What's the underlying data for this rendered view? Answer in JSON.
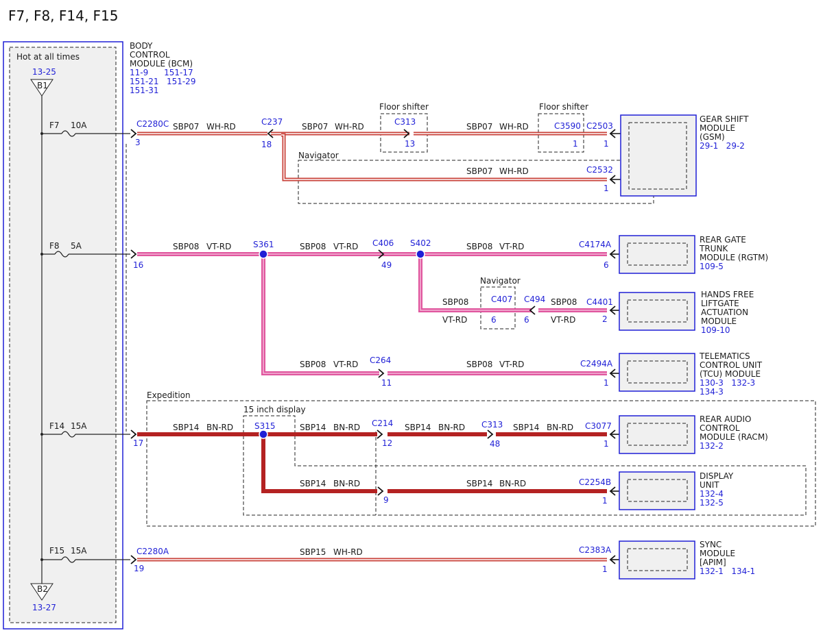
{
  "title": "F7, F8, F14, F15",
  "colors": {
    "blue": "#1f1fd6",
    "module_fill": "#f0f0f0",
    "wh_rd_base": "#ffffff",
    "wh_rd_stripe": "#c84038",
    "vt_rd_base": "#e0569e",
    "vt_rd_stripe": "#f4b8d8",
    "bn_rd": "#b42222"
  },
  "fusebox": {
    "label": "Hot at all times",
    "b1_ref": "13-25",
    "b1_label": "B1",
    "b2_ref": "13-27",
    "b2_label": "B2",
    "fuses": [
      {
        "name": "F7",
        "amps": "10A"
      },
      {
        "name": "F8",
        "amps": "5A"
      },
      {
        "name": "F14",
        "amps": "15A"
      },
      {
        "name": "F15",
        "amps": "15A"
      }
    ]
  },
  "bcm": {
    "lines": [
      "BODY",
      "CONTROL",
      "MODULE (BCM)"
    ],
    "ref_rows": [
      "11-9      151-17",
      "151-21   151-29",
      "151-31"
    ]
  },
  "connectors": {
    "c2280c": "C2280C",
    "c2280c_pin": "3",
    "c237": "C237",
    "c237_pin": "18",
    "c313a": "C313",
    "c313a_pin": "13",
    "c3590": "C3590",
    "c3590_pin": "1",
    "c2503": "C2503",
    "c2503_pin": "1",
    "c2532": "C2532",
    "c2532_pin": "1",
    "bcm16": "16",
    "s361": "S361",
    "c406": "C406",
    "c406_pin": "49",
    "s402": "S402",
    "c4174a": "C4174A",
    "c4174a_pin": "6",
    "c407": "C407",
    "c407_pin": "6",
    "c494": "C494",
    "c494_pin": "6",
    "c4401": "C4401",
    "c4401_pin": "2",
    "c264": "C264",
    "c264_pin": "11",
    "c2494a": "C2494A",
    "c2494a_pin": "1",
    "bcm17": "17",
    "s315": "S315",
    "c214": "C214",
    "c214_pin": "12",
    "c313b": "C313",
    "c313b_pin": "48",
    "c3077": "C3077",
    "c3077_pin": "1",
    "c9_pin": "9",
    "c2254b": "C2254B",
    "c2254b_pin": "1",
    "c2280a": "C2280A",
    "c2280a_pin": "19",
    "c2383a": "C2383A",
    "c2383a_pin": "1"
  },
  "wires": {
    "sbp07": "SBP07",
    "sbp08": "SBP08",
    "sbp14": "SBP14",
    "sbp15": "SBP15",
    "wh_rd": "WH-RD",
    "vt_rd": "VT-RD",
    "bn_rd": "BN-RD"
  },
  "options": {
    "floor_shifter": "Floor shifter",
    "navigator": "Navigator",
    "expedition": "Expedition",
    "display15": "15 inch display"
  },
  "modules": {
    "gsm": {
      "lines": [
        "GEAR SHIFT",
        "MODULE",
        "(GSM)"
      ],
      "refs": "29-1   29-2"
    },
    "rgtm": {
      "lines": [
        "REAR GATE",
        "TRUNK",
        "MODULE (RGTM)"
      ],
      "refs": "109-5"
    },
    "hfla": {
      "lines": [
        "HANDS FREE",
        "LIFTGATE",
        "ACTUATION",
        "MODULE"
      ],
      "refs": "109-10"
    },
    "tcu": {
      "lines": [
        "TELEMATICS",
        "CONTROL UNIT",
        "(TCU) MODULE"
      ],
      "refs": "130-3   132-3",
      "refs2": "134-3"
    },
    "racm": {
      "lines": [
        "REAR AUDIO",
        "CONTROL",
        "MODULE (RACM)"
      ],
      "refs": "132-2"
    },
    "display": {
      "lines": [
        "DISPLAY",
        "UNIT"
      ],
      "refs": "132-4",
      "refs2": "132-5"
    },
    "sync": {
      "lines": [
        "SYNC",
        "MODULE",
        "[APIM]"
      ],
      "refs": "132-1   134-1"
    }
  }
}
